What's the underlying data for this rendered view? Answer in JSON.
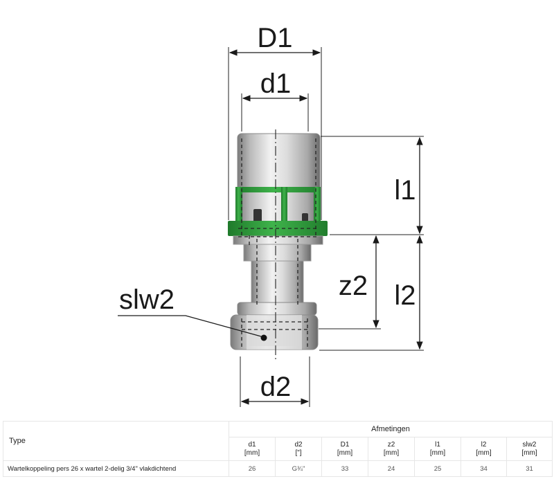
{
  "diagram": {
    "labels": {
      "D1": "D1",
      "d1": "d1",
      "l1": "l1",
      "z2": "z2",
      "l2": "l2",
      "slw2": "slw2",
      "d2": "d2"
    },
    "colors": {
      "green_ring": "#2e9e3a",
      "metal_light": "#e6e6e6",
      "metal_mid": "#b5b5b5",
      "metal_dark": "#6e6e6e",
      "line": "#1a1a1a"
    }
  },
  "table": {
    "type_header": "Type",
    "group_header": "Afmetingen",
    "columns": [
      {
        "name": "d1",
        "unit": "[mm]"
      },
      {
        "name": "d2",
        "unit": "[\"]"
      },
      {
        "name": "D1",
        "unit": "[mm]"
      },
      {
        "name": "z2",
        "unit": "[mm]"
      },
      {
        "name": "l1",
        "unit": "[mm]"
      },
      {
        "name": "l2",
        "unit": "[mm]"
      },
      {
        "name": "slw2",
        "unit": "[mm]"
      }
    ],
    "rows": [
      {
        "type": "Wartelkoppeling pers 26 x wartel 2-delig 3/4\" vlakdichtend",
        "values": [
          "26",
          "G¾\"",
          "33",
          "24",
          "25",
          "34",
          "31"
        ]
      }
    ]
  }
}
